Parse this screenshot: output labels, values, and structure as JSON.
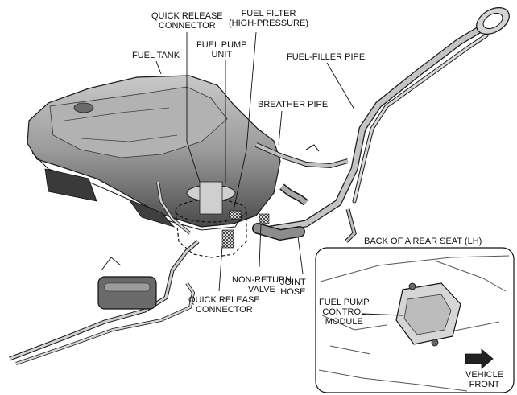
{
  "labels": {
    "quick_release_connector_top": [
      "QUICK RELEASE",
      "CONNECTOR"
    ],
    "fuel_filter": [
      "FUEL FILTER",
      "(HIGH-PRESSURE)"
    ],
    "fuel_pump_unit": [
      "FUEL PUMP",
      "UNIT"
    ],
    "fuel_tank": "FUEL TANK",
    "fuel_filler_pipe": "FUEL-FILLER PIPE",
    "breather_pipe": "BREATHER PIPE",
    "non_return_valve": [
      "NON-RETURN",
      "VALVE"
    ],
    "joint_hose": [
      "JOINT",
      "HOSE"
    ],
    "quick_release_connector_bottom": [
      "QUICK RELEASE",
      "CONNECTOR"
    ],
    "inset_title": "BACK OF A REAR SEAT (LH)",
    "fuel_pump_control_module": [
      "FUEL PUMP",
      "CONTROL",
      "MODULE"
    ],
    "vehicle_front": [
      "VEHICLE",
      "FRONT"
    ]
  },
  "colors": {
    "line": "#1a1a1a",
    "tank_fill": "#9a9a9a",
    "tank_dark": "#555555",
    "pipe_fill": "#b8b8b8",
    "inset_fill": "#e8e8e8"
  }
}
